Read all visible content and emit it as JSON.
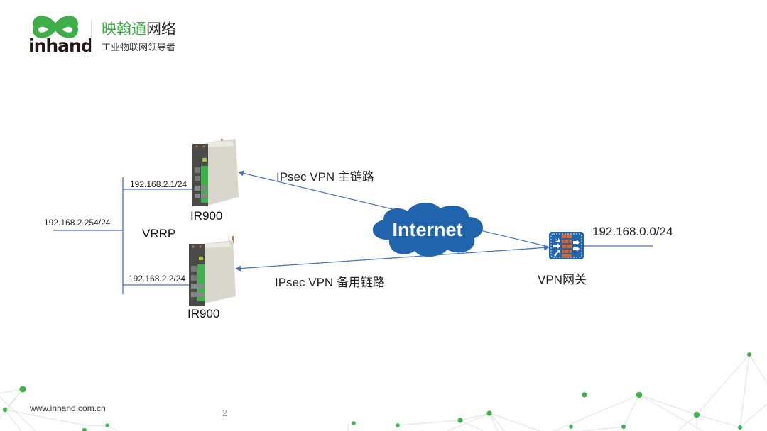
{
  "header": {
    "logo_word": "inhand",
    "brand_cn_green": "映翰通",
    "brand_cn_dark": "网络",
    "tagline": "工业物联网领导者"
  },
  "colors": {
    "brand_green": "#3fae49",
    "link_blue": "#4472c4",
    "cloud_blue": "#1f64ad",
    "firewall_orange": "#e8641b",
    "net_node_green": "#3cb44a",
    "net_line_gray": "#e6e6e6"
  },
  "diagram": {
    "lan_left": {
      "label": "192.168.2.254/24"
    },
    "vrrp": {
      "label": "VRRP"
    },
    "router_primary": {
      "name": "IR900",
      "ip": "192.168.2.1/24"
    },
    "router_backup": {
      "name": "IR900",
      "ip": "192.168.2.2/24"
    },
    "link_primary": {
      "label": "IPsec VPN 主链路",
      "style": "solid"
    },
    "link_backup": {
      "label": "IPsec VPN 备用链路",
      "style": "dashed"
    },
    "cloud": {
      "label": "Internet"
    },
    "gateway": {
      "name": "VPN网关",
      "subnet": "192.168.0.0/24"
    }
  },
  "footer": {
    "url": "www.inhand.com.cn",
    "page_number": "2"
  }
}
